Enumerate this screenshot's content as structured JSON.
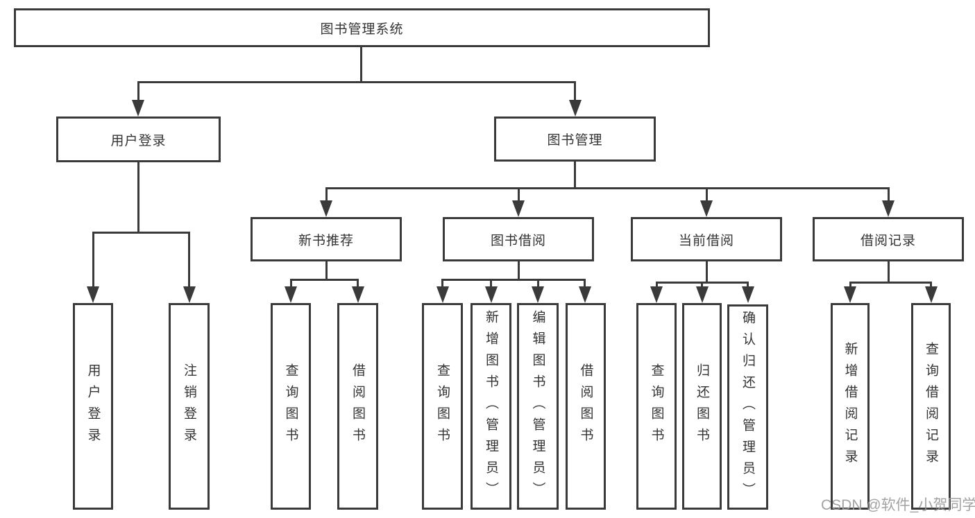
{
  "diagram": {
    "root": {
      "label": "图书管理系统"
    },
    "user_login": {
      "label": "用户登录",
      "children": [
        {
          "label": "用户登录"
        },
        {
          "label": "注销登录"
        }
      ]
    },
    "book_management": {
      "label": "图书管理",
      "sections": [
        {
          "label": "新书推荐",
          "children": [
            {
              "label": "查询图书"
            },
            {
              "label": "借阅图书"
            }
          ]
        },
        {
          "label": "图书借阅",
          "children": [
            {
              "label": "查询图书"
            },
            {
              "label": "新增图书（管理员）"
            },
            {
              "label": "编辑图书（管理员）"
            },
            {
              "label": "借阅图书"
            }
          ]
        },
        {
          "label": "当前借阅",
          "children": [
            {
              "label": "查询图书"
            },
            {
              "label": "归还图书"
            },
            {
              "label": "确认归还（管理员）"
            }
          ]
        },
        {
          "label": "借阅记录",
          "children": [
            {
              "label": "新增借阅记录"
            },
            {
              "label": "查询借阅记录"
            }
          ]
        }
      ]
    }
  },
  "watermark": {
    "text": "CSDN @软件_小贺同学"
  },
  "colors": {
    "line": "#3a3a3a",
    "text": "#333333",
    "watermark": "#9b9b9b",
    "background": "#ffffff"
  }
}
